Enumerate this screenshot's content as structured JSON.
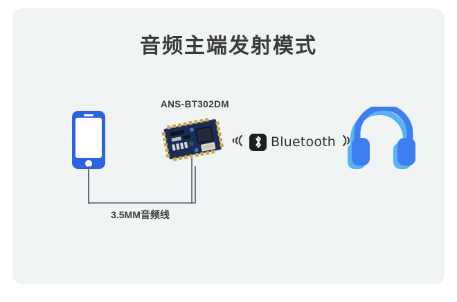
{
  "page": {
    "background_color": "#ffffff",
    "card_color": "#f0f4f5"
  },
  "title": "音频主端发射模式",
  "nodes": {
    "phone": {
      "icon": "smartphone-icon",
      "color": "#2b64e0"
    },
    "module": {
      "label": "ANS-BT302DM",
      "icon": "bluetooth-pcb-module-icon",
      "board_color": "#1c2c52"
    },
    "headphones": {
      "icon": "headphones-icon",
      "color": "#3d7ef0",
      "accent_color": "#5ab6f5"
    }
  },
  "wireless": {
    "brand": "Bluetooth",
    "badge_icon": "bluetooth-logo-icon",
    "badge_color": "#1e1e1e",
    "wave_left_icon": "signal-waves-left-icon",
    "wave_right_icon": "signal-waves-right-icon"
  },
  "connector": {
    "label": "3.5MM音频线",
    "icon": "bracket-connector-icon",
    "line_color": "#555c60"
  }
}
